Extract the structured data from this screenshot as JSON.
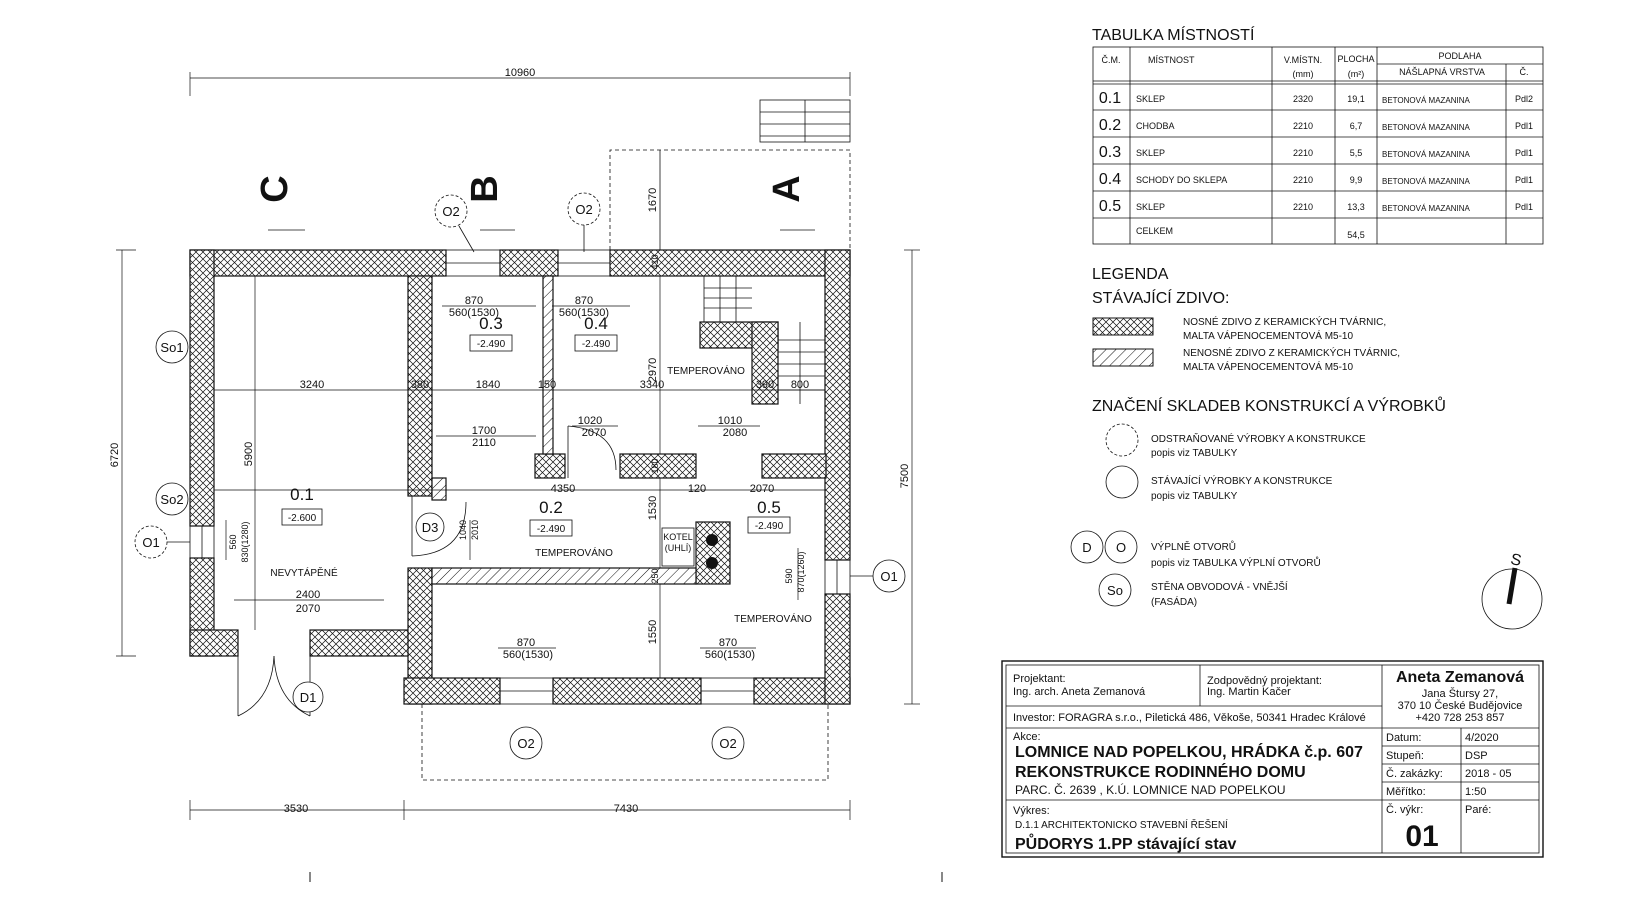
{
  "dims": {
    "top_total": "10960",
    "left_total": "6720",
    "right_total": "7500",
    "bottom_left": "3530",
    "bottom_right": "7430",
    "top_right_ext": "1670",
    "top_right_wall": "410",
    "row_3240": "3240",
    "row_380": "380",
    "row_1840": "1840",
    "row_150": "150",
    "row_3340": "3340",
    "row_390": "390",
    "row_800": "800",
    "v_2970": "2970",
    "v_5900": "5900",
    "w01_a": "560",
    "w01_b": "830(1280)",
    "d01_a": "2400",
    "d01_b": "2070",
    "o03_a": "870",
    "o03_b": "560(1530)",
    "o04_a": "870",
    "o04_b": "560(1530)",
    "d_1700": "1700",
    "d_2110": "2110",
    "d_1020": "1020",
    "d_2070a": "2070",
    "d_1010": "1010",
    "d_2080": "2080",
    "v_180": "180",
    "row_4350": "4350",
    "row_120": "120",
    "row_2070": "2070",
    "v_1040": "1040",
    "v_2010": "2010",
    "v_1530": "1530",
    "v_250": "250",
    "w05_a": "590",
    "w05_b": "870(1260)",
    "v_1550": "1550",
    "ob_a1": "870",
    "ob_b1": "560(1530)",
    "ob_a2": "870",
    "ob_b2": "560(1530)"
  },
  "axes": [
    "C",
    "B",
    "A"
  ],
  "rooms": [
    {
      "num": "0.1",
      "level": "-2.600",
      "note": "NEVYTÁPĚNÉ"
    },
    {
      "num": "0.2",
      "level": "-2.490",
      "note": "TEMPEROVÁNO"
    },
    {
      "num": "0.3",
      "level": "-2.490",
      "note": ""
    },
    {
      "num": "0.4",
      "level": "-2.490",
      "note": "TEMPEROVÁNO"
    },
    {
      "num": "0.5",
      "level": "-2.490",
      "note": "TEMPEROVÁNO"
    }
  ],
  "kotel": [
    "KOTEL",
    "(UHLÍ)"
  ],
  "markers": {
    "so1": "So1",
    "so2": "So2",
    "o1_left": "O1",
    "o1_right": "O1",
    "o2_top1": "O2",
    "o2_top2": "O2",
    "o2_bot1": "O2",
    "o2_bot2": "O2",
    "d1": "D1",
    "d3": "D3"
  },
  "room_table": {
    "title": "TABULKA MÍSTNOSTÍ",
    "headers": {
      "cm": "Č.M.",
      "mistnost": "MÍSTNOST",
      "vmistn": "V.MÍSTN.",
      "vmistn_unit": "(mm)",
      "plocha": "PLOCHA",
      "plocha_unit": "(m²)",
      "podlaha": "PODLAHA",
      "naslapna": "NÁŠLAPNÁ VRSTVA",
      "c": "Č."
    },
    "rows": [
      {
        "cm": "0.1",
        "name": "SKLEP",
        "v": "2320",
        "area": "19,1",
        "floor": "BETONOVÁ MAZANINA",
        "code": "Pdl2"
      },
      {
        "cm": "0.2",
        "name": "CHODBA",
        "v": "2210",
        "area": "6,7",
        "floor": "BETONOVÁ MAZANINA",
        "code": "Pdl1"
      },
      {
        "cm": "0.3",
        "name": "SKLEP",
        "v": "2210",
        "area": "5,5",
        "floor": "BETONOVÁ MAZANINA",
        "code": "Pdl1"
      },
      {
        "cm": "0.4",
        "name": "SCHODY DO SKLEPA",
        "v": "2210",
        "area": "9,9",
        "floor": "BETONOVÁ MAZANINA",
        "code": "Pdl1"
      },
      {
        "cm": "0.5",
        "name": "SKLEP",
        "v": "2210",
        "area": "13,3",
        "floor": "BETONOVÁ MAZANINA",
        "code": "Pdl1"
      }
    ],
    "total_label": "CELKEM",
    "total_area": "54,5"
  },
  "legend": {
    "title": "LEGENDA",
    "subtitle": "STÁVAJÍCÍ ZDIVO:",
    "wall1_a": "NOSNÉ ZDIVO Z KERAMICKÝCH TVÁRNIC,",
    "wall1_b": "MALTA VÁPENOCEMENTOVÁ M5-10",
    "wall2_a": "NENOSNÉ ZDIVO Z KERAMICKÝCH TVÁRNIC,",
    "wall2_b": "MALTA VÁPENOCEMENTOVÁ M5-10",
    "marks_title": "ZNAČENÍ SKLADEB KONSTRUKCÍ A VÝROBKŮ",
    "m1_a": "ODSTRAŇOVANÉ VÝROBKY A KONSTRUKCE",
    "m1_b": "popis viz TABULKY",
    "m2_a": "STÁVAJÍCÍ VÝROBKY A KONSTRUKCE",
    "m2_b": "popis viz TABULKY",
    "m3_d": "D",
    "m3_o": "O",
    "m3_a": "VÝPLNĚ OTVORŮ",
    "m3_b": "popis viz TABULKA VÝPLNÍ OTVORŮ",
    "m4_so": "So",
    "m4_a": "STĚNA OBVODOVÁ - VNĚJŠÍ",
    "m4_b": "(FASÁDA)",
    "north": "S"
  },
  "title_block": {
    "projektant_label": "Projektant:",
    "projektant": "Ing. arch. Aneta Zemanová",
    "zodpovedny_label": "Zodpovědný projektant:",
    "zodpovedny": "Ing. Martin Kačer",
    "firm_name": "Aneta Zemanová",
    "firm_addr1": "Jana Štursy 27,",
    "firm_addr2": "370 10 České Budějovice",
    "firm_phone": "+420 728 253 857",
    "investor": "Investor: FORAGRA s.r.o., Piletická 486, Věkoše, 50341 Hradec Králové",
    "akce_label": "Akce:",
    "akce1": "LOMNICE NAD POPELKOU, HRÁDKA č.p. 607",
    "akce2": "REKONSTRUKCE RODINNÉHO DOMU",
    "akce3": "PARC. Č. 2639 , K.Ú. LOMNICE NAD POPELKOU",
    "vykres_label": "Výkres:",
    "vykres1": "D.1.1 ARCHITEKTONICKO STAVEBNÍ ŘEŠENÍ",
    "vykres2": "PŮDORYS 1.PP stávající stav",
    "datum_label": "Datum:",
    "datum": "4/2020",
    "stupen_label": "Stupeň:",
    "stupen": "DSP",
    "zakazka_label": "Č. zakázky:",
    "zakazka": "2018 - 05",
    "meritko_label": "Měřítko:",
    "meritko": "1:50",
    "cvykr_label": "Č. výkr:",
    "pare_label": "Paré:",
    "cvykr": "01"
  },
  "colors": {
    "ink": "#111111",
    "paper": "#ffffff"
  }
}
